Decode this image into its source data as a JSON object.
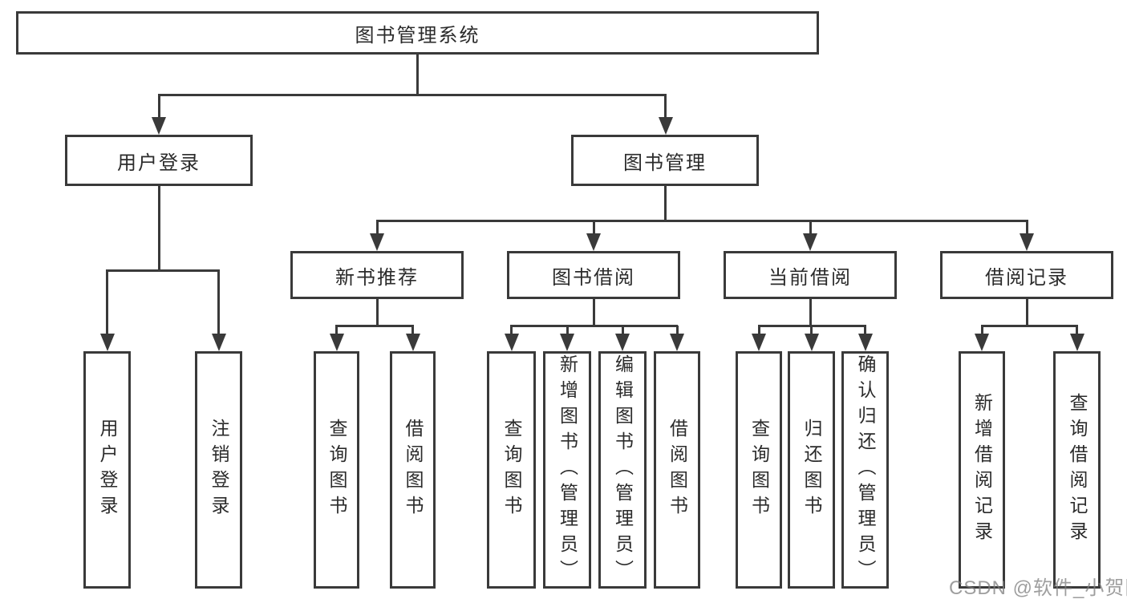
{
  "tree": {
    "label": "图书管理系统",
    "children": [
      {
        "label": "用户登录",
        "children": [
          {
            "label": "用户登录"
          },
          {
            "label": "注销登录"
          }
        ]
      },
      {
        "label": "图书管理",
        "children": [
          {
            "label": "新书推荐",
            "children": [
              {
                "label": "查询图书"
              },
              {
                "label": "借阅图书"
              }
            ]
          },
          {
            "label": "图书借阅",
            "children": [
              {
                "label": "查询图书"
              },
              {
                "label": "新增图书（管理员）"
              },
              {
                "label": "编辑图书（管理员）"
              },
              {
                "label": "借阅图书"
              }
            ]
          },
          {
            "label": "当前借阅",
            "children": [
              {
                "label": "查询图书"
              },
              {
                "label": "归还图书"
              },
              {
                "label": "确认归还（管理员）"
              }
            ]
          },
          {
            "label": "借阅记录",
            "children": [
              {
                "label": "新增借阅记录"
              },
              {
                "label": "查询借阅记录"
              }
            ]
          }
        ]
      }
    ]
  },
  "watermark": {
    "text": "CSDN @软件_小贺同学"
  },
  "colors": {
    "line": "#3a3a3a",
    "text": "#2b2b2b",
    "watermark": "#7d7d7d",
    "background": "#ffffff"
  }
}
